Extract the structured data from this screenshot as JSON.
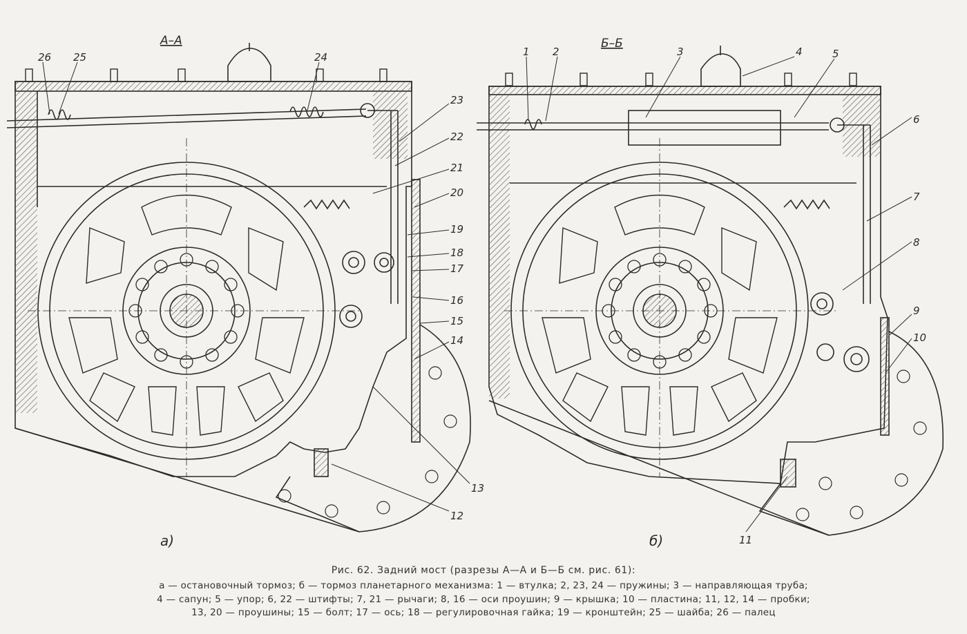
{
  "sections": {
    "left_title": "А–А",
    "right_title": "Б–Б",
    "left_sub": "а)",
    "right_sub": "б)"
  },
  "callouts_left": [
    "26",
    "25",
    "24",
    "23",
    "22",
    "21",
    "20",
    "19",
    "18",
    "17",
    "16",
    "15",
    "14",
    "13",
    "12"
  ],
  "callouts_right": [
    "1",
    "2",
    "3",
    "4",
    "5",
    "6",
    "7",
    "8",
    "9",
    "10",
    "11"
  ],
  "caption": {
    "title": "Рис. 62. Задний мост (разрезы А—А и Б—Б см. рис. 61):",
    "line1": "а — остановочный тормоз;  б — тормоз планетарного механизма:  1 — втулка;  2, 23, 24 — пружины;  3 — направляющая труба;",
    "line2": "4 — сапун;  5 — упор;  6, 22 — штифты;  7, 21 — рычаги;  8, 16 — оси проушин;  9 — крышка;  10 — пластина;  11, 12, 14 — пробки;",
    "line3": "13, 20 — проушины;  15 — болт;  17 — ось;  18 — регулировочная гайка;  19 — кронштейн;  25 — шайба;  26 — палец"
  },
  "colors": {
    "ink": "#2b2b2b",
    "paper": "#f4f2ee",
    "hatch": "#555555"
  }
}
